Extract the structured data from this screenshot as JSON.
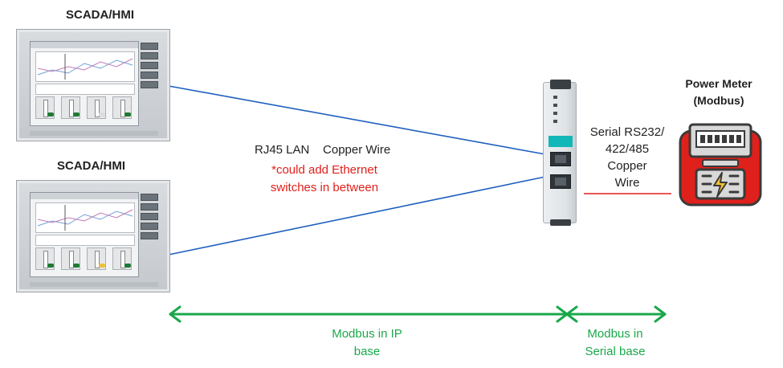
{
  "hmi_top": {
    "title": "SCADA/HMI"
  },
  "hmi_bottom": {
    "title": "SCADA/HMI"
  },
  "link": {
    "medium_label": "RJ45 LAN    Copper Wire",
    "note_line1": "*could add Ethernet",
    "note_line2": "switches in between"
  },
  "serial": {
    "line1": "Serial RS232/",
    "line2": "422/485",
    "line3": "Copper",
    "line4": "Wire"
  },
  "power_meter": {
    "title_line1": "Power Meter",
    "title_line2": "(Modbus)"
  },
  "segments": {
    "ip_line1": "Modbus in IP",
    "ip_line2": "base",
    "serial_line1": "Modbus in",
    "serial_line2": "Serial base"
  },
  "colors": {
    "ethernet_line": "#1f5fbf",
    "serial_line": "#e0201b",
    "arrow": "#1aa84b",
    "note": "#e0201b",
    "meter_body": "#e0201b"
  }
}
